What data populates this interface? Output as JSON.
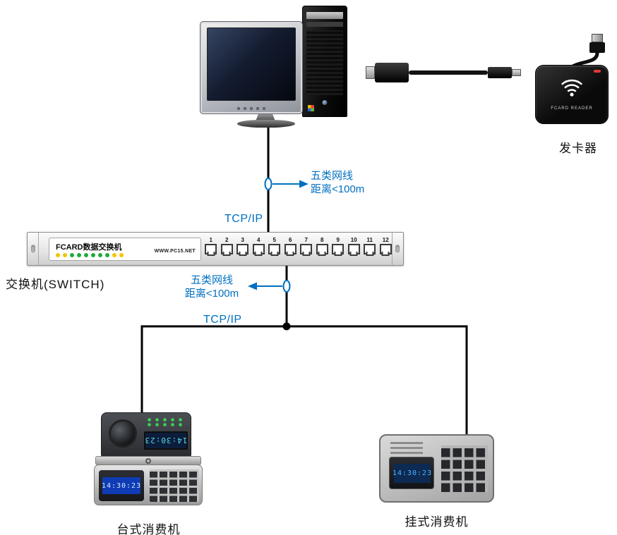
{
  "colors": {
    "accent_blue": "#0070c0",
    "line_color": "#000000",
    "led_yellow": "#f2c500",
    "led_green": "#1faa3c",
    "lcd_cyan": "#57d8f0"
  },
  "card_reader": {
    "label": "发卡器",
    "device_text": "FCARD READER"
  },
  "switch": {
    "label": "交换机(SWITCH)",
    "brand": "FCARD数据交换机",
    "website": "WWW.PC15.NET",
    "ports": [
      "1",
      "2",
      "3",
      "4",
      "5",
      "6",
      "7",
      "8",
      "9",
      "10",
      "11",
      "12"
    ]
  },
  "annotations": {
    "top_cable_line1": "五类网线",
    "top_cable_line2": "距离<100m",
    "top_protocol": "TCP/IP",
    "bottom_cable_line1": "五类网线",
    "bottom_cable_line2": "距离<100m",
    "bottom_protocol": "TCP/IP"
  },
  "desktop_machine": {
    "label": "台式消费机",
    "customer_display": "14:30:23",
    "operator_display": "14:30:23"
  },
  "wall_machine": {
    "label": "挂式消费机",
    "display": "14:30:23"
  }
}
